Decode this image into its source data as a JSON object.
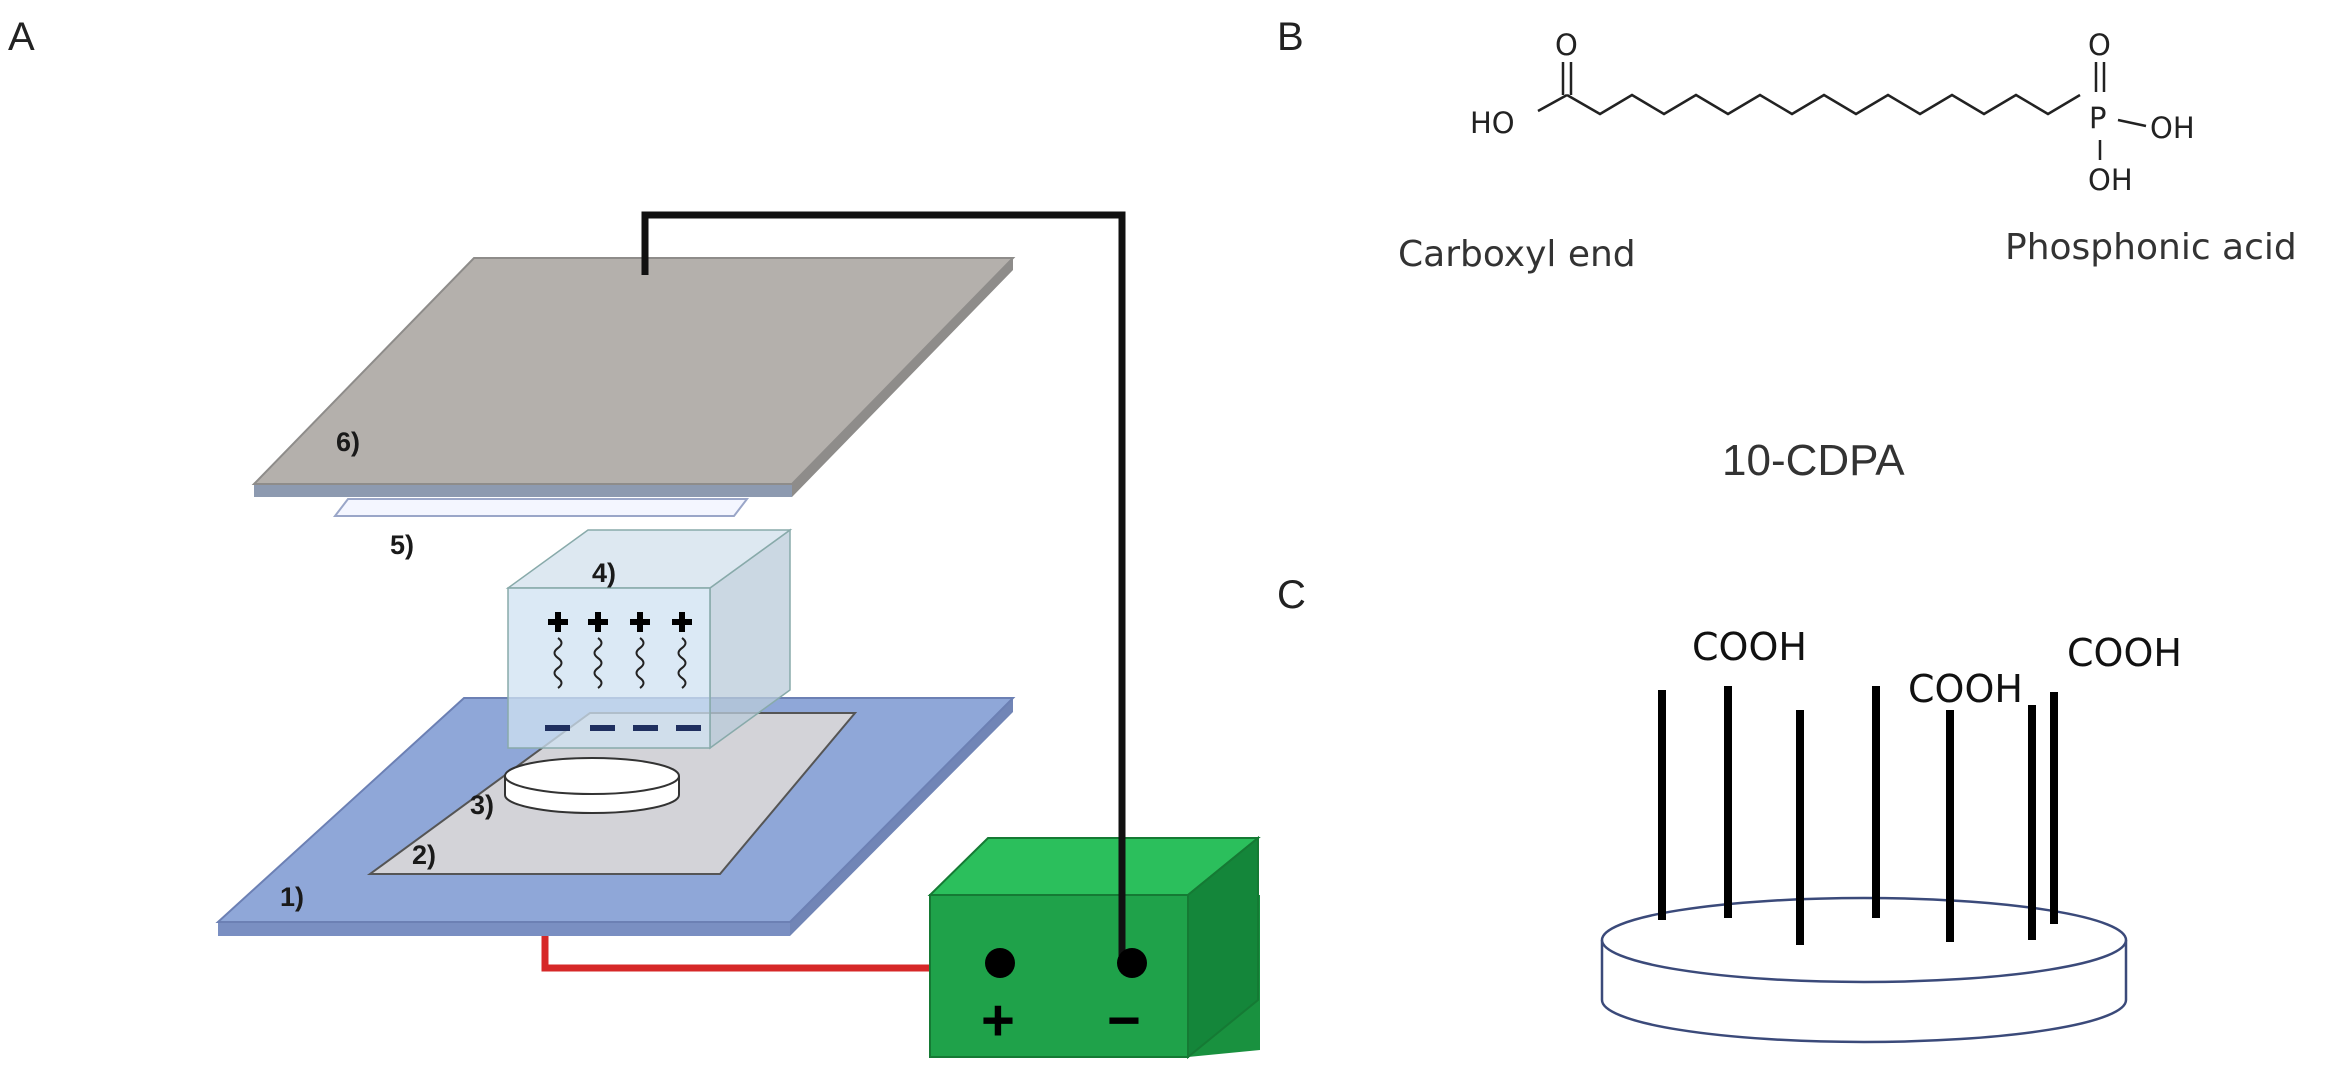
{
  "panels": {
    "a": {
      "letter": "A"
    },
    "b": {
      "letter": "B"
    },
    "c": {
      "letter": "C"
    }
  },
  "setup": {
    "labels": [
      "1)",
      "2)",
      "3)",
      "4)",
      "5)",
      "6)"
    ],
    "battery": {
      "positive_sign": "+",
      "negative_sign": "−"
    },
    "wire_colors": {
      "positive": "#d62828",
      "negative": "#111111"
    },
    "colors": {
      "base_plate": "#8fa7d8",
      "top_plate": "#b4b0ac",
      "battery_front": "#1fa24a",
      "cube": "#cfe1f2"
    }
  },
  "molecule": {
    "name": "10-CDPA",
    "carboxyl_caption": "Carboxyl end",
    "phosphonic_caption": "Phosphonic acid",
    "atoms": {
      "o_carbonyl": "O",
      "ho": "HO",
      "p": "P",
      "p_oxygen": "O",
      "oh_right": "OH",
      "oh_bottom": "OH"
    }
  },
  "surface": {
    "groups": [
      "COOH",
      "COOH",
      "COOH"
    ]
  }
}
